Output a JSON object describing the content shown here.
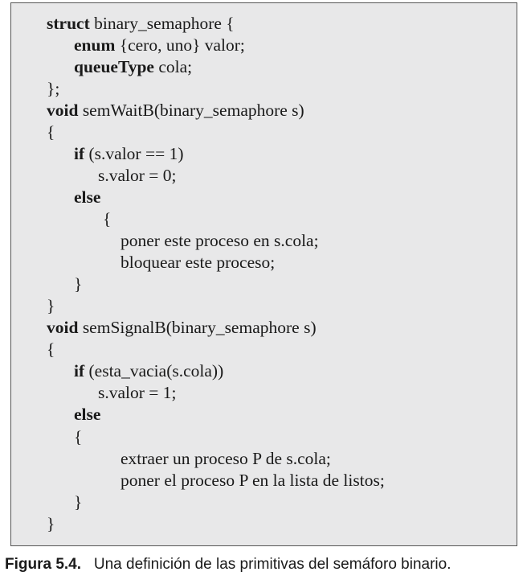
{
  "code": {
    "lines": [
      {
        "kw": "struct",
        "rest": " binary_semaphore {"
      },
      {
        "kw": "enum",
        "rest": " {cero, uno} valor;"
      },
      {
        "kw": "queueType",
        "rest": " cola;"
      },
      {
        "kw": "",
        "rest": "};"
      },
      {
        "kw": "void",
        "rest": " semWaitB(binary_semaphore s)"
      },
      {
        "kw": "",
        "rest": "{"
      },
      {
        "kw": "if",
        "rest": " (s.valor == 1)"
      },
      {
        "kw": "",
        "rest": "s.valor = 0;"
      },
      {
        "kw": "else",
        "rest": ""
      },
      {
        "kw": "",
        "rest": "{"
      },
      {
        "kw": "",
        "rest": "poner este proceso en s.cola;"
      },
      {
        "kw": "",
        "rest": "bloquear este proceso;"
      },
      {
        "kw": "",
        "rest": "}"
      },
      {
        "kw": "",
        "rest": "}"
      },
      {
        "kw": "void",
        "rest": " semSignalB(binary_semaphore s)"
      },
      {
        "kw": "",
        "rest": "{"
      },
      {
        "kw": "if",
        "rest": " (esta_vacia(s.cola))"
      },
      {
        "kw": "",
        "rest": "s.valor = 1;"
      },
      {
        "kw": "else",
        "rest": ""
      },
      {
        "kw": "",
        "rest": "{"
      },
      {
        "kw": "",
        "rest": "extraer un proceso P de s.cola;"
      },
      {
        "kw": "",
        "rest": "poner el proceso P en la lista de listos;"
      },
      {
        "kw": "",
        "rest": "}"
      },
      {
        "kw": "",
        "rest": "}"
      }
    ]
  },
  "caption": {
    "label": "Figura 5.4.",
    "text": "Una definición de las primitivas del semáforo binario."
  }
}
